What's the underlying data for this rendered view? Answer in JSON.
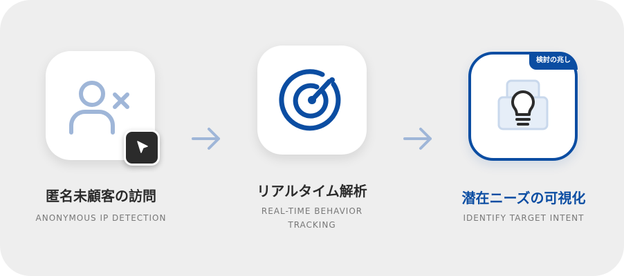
{
  "steps": [
    {
      "title": "匿名未顧客の訪問",
      "subtitle": "ANONYMOUS IP DETECTION",
      "icon": "user-x-icon",
      "overlay_icon": "cursor-pointer-icon"
    },
    {
      "title": "リアルタイム解析",
      "subtitle_line1": "REAL-TIME BEHAVIOR",
      "subtitle_line2": "TRACKING",
      "icon": "radar-icon"
    },
    {
      "title": "潜在ニーズの可視化",
      "subtitle": "IDENTIFY TARGET INTENT",
      "icon": "lightbulb-icon",
      "badge": "検討の兆し",
      "highlighted": true
    }
  ],
  "arrows": [
    "arrow-right-icon",
    "arrow-right-icon"
  ],
  "colors": {
    "background": "#eeeeee",
    "card": "#ffffff",
    "accent": "#0b4da2",
    "icon_light": "#9fb6d8",
    "title_dark": "#2b2b2b",
    "subtitle": "#777777"
  }
}
